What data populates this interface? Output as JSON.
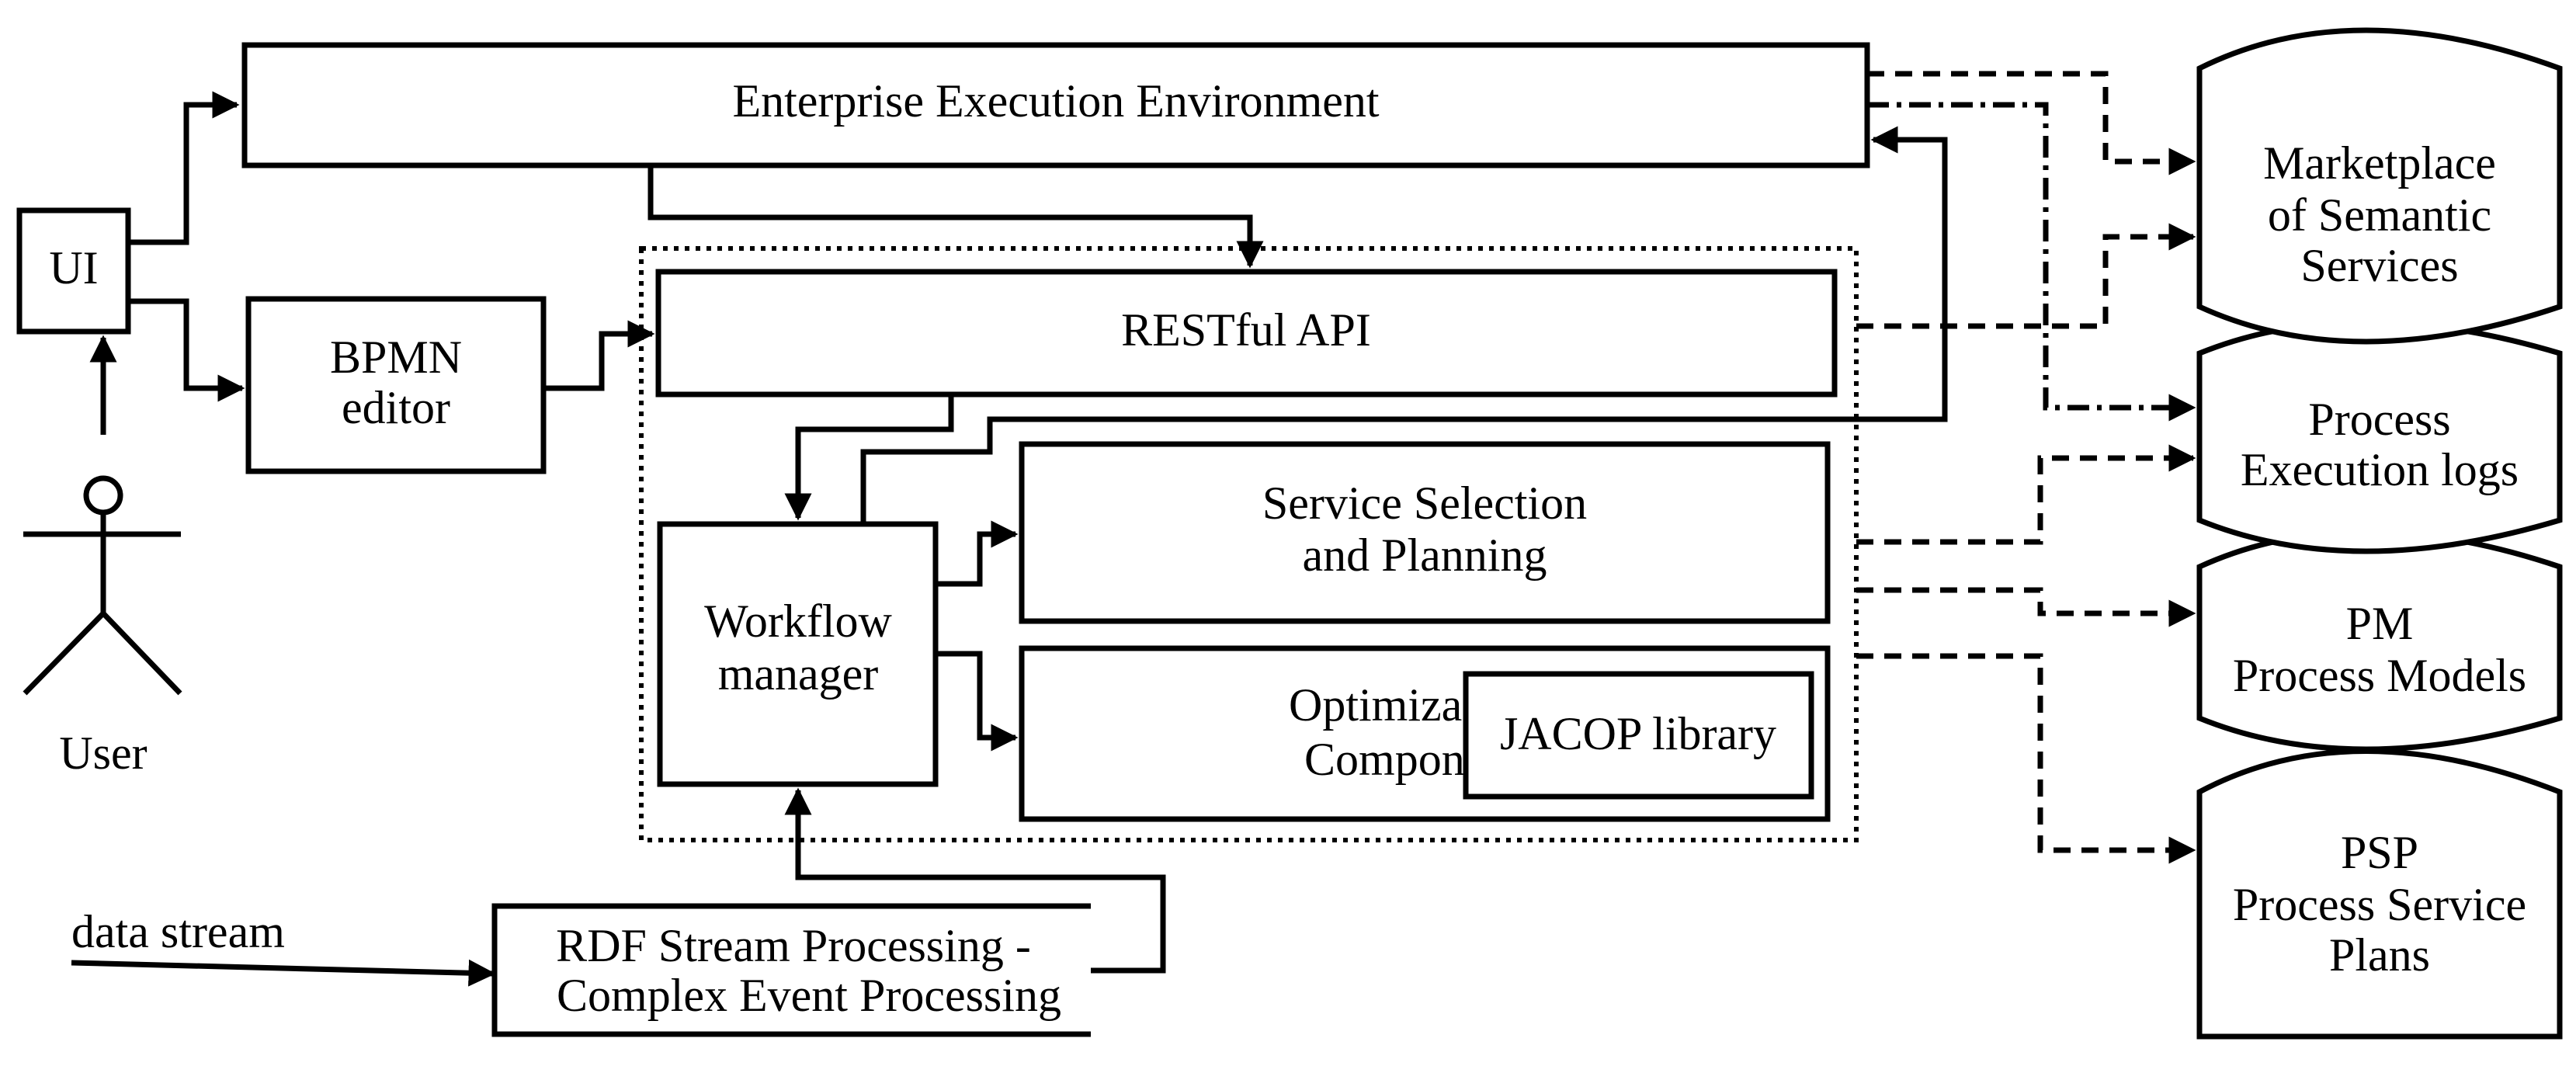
{
  "nodes": {
    "enterprise": "Enterprise Execution Environment",
    "ui": "UI",
    "user": "User",
    "bpmn_line1": "BPMN",
    "bpmn_line2": "editor",
    "restful": "RESTful API",
    "workflow_line1": "Workflow",
    "workflow_line2": "manager",
    "service_line1": "Service Selection",
    "service_line2": "and Planning",
    "optim_line1": "Optimiza",
    "optim_line2": "Compon",
    "jacop": "JACOP library",
    "rdf_line1": "RDF Stream Processing -",
    "rdf_line2": "Complex Event Processing",
    "data_stream": "data stream"
  },
  "stores": {
    "marketplace": [
      "Marketplace",
      "of Semantic",
      "Services"
    ],
    "logs": [
      "Process",
      "Execution logs"
    ],
    "pm": [
      "PM",
      "Process Models"
    ],
    "psp": [
      "PSP",
      "Process Service",
      "Plans"
    ]
  }
}
